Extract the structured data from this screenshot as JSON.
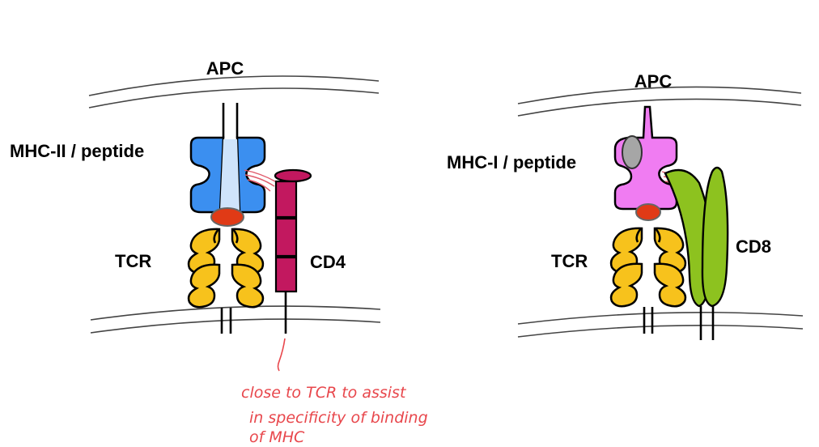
{
  "left_panel": {
    "apc_label": "APC",
    "mhc_label": "MHC-II / peptide",
    "tcr_label": "TCR",
    "coreceptor_label": "CD4"
  },
  "right_panel": {
    "apc_label": "APC",
    "mhc_label": "MHC-I / peptide",
    "tcr_label": "TCR",
    "coreceptor_label": "CD8"
  },
  "annotation": {
    "lines": [
      "close to TCR to assist",
      "in specificity of binding",
      "of MHC"
    ]
  },
  "colors": {
    "mhc_ii": "#3b8ff0",
    "mhc_i": "#f07cf2",
    "peptide": "#e03a16",
    "tcr": "#f7c21c",
    "cd4": "#c2185f",
    "cd8": "#8dc21f",
    "mhc_i_light_chain": "#a6a6a6",
    "annotation": "#e8474c"
  }
}
